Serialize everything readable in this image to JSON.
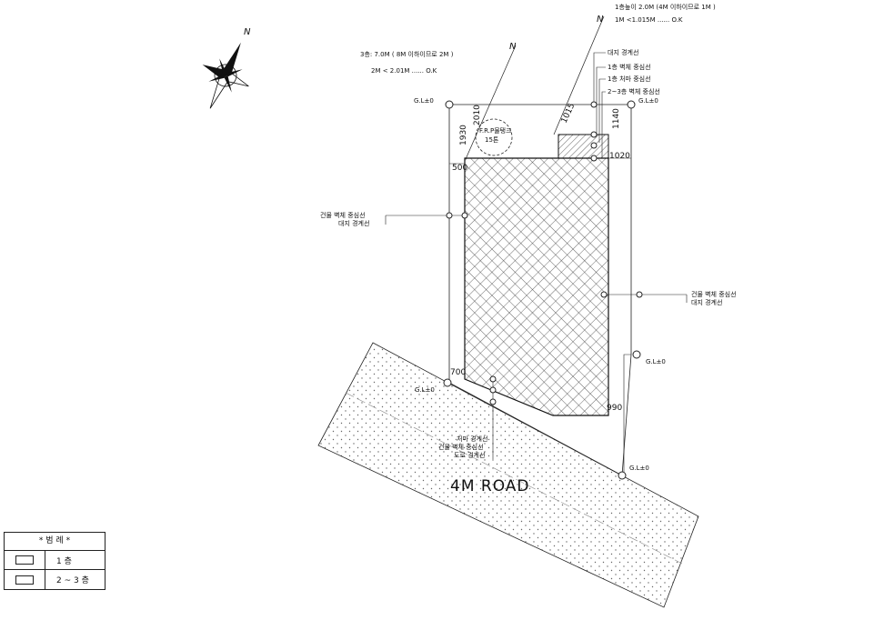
{
  "diagram": {
    "compass_label": "N",
    "notes": {
      "top_right_line1": "1층높이 2.0M (4M 이하이므로 1M )",
      "top_right_line2": "1M <1.015M ...... O.K",
      "left_line1": "3층: 7.0M ( 8M 이하이므로 2M )",
      "left_line2": "2M < 2.01M ...... O.K"
    },
    "boundary_labels": {
      "site_boundary": "대지 경계선",
      "floor1_wall_center": "1층 벽체 중심선",
      "floor1_eave_center": "1층 처마 중심선",
      "floor2_3_wall_center": "2~3층 벽체 중심선",
      "left_wall_center": "건물 벽체 중심선",
      "left_site_boundary": "대지 경계선",
      "right_wall_center": "건물 벽체 중심선",
      "right_site_boundary": "대지 경계선",
      "eave_boundary": "처마 경계선",
      "bottom_wall_center": "건물 벽체 중심선",
      "road_boundary": "도로 경계선"
    },
    "gl_labels": {
      "top_left": "G.L±0",
      "top_right": "G.L±0",
      "right_mid": "G.L±0",
      "bottom_left": "G.L±0",
      "bottom_right": "G.L±0"
    },
    "dimensions": {
      "d1930": "1930",
      "d2010": "2010",
      "d1015": "1015",
      "d1140": "1140",
      "d1020": "1020",
      "d500": "500",
      "d700": "700",
      "d990": "990"
    },
    "fire_feature": {
      "line1": "F.R.P물탱크",
      "line2": "15톤"
    },
    "road_label": "4M ROAD",
    "legend": {
      "title": "* 범 례 *",
      "rows": [
        {
          "label": "1 층"
        },
        {
          "label": "2 ~ 3 층"
        }
      ]
    }
  }
}
